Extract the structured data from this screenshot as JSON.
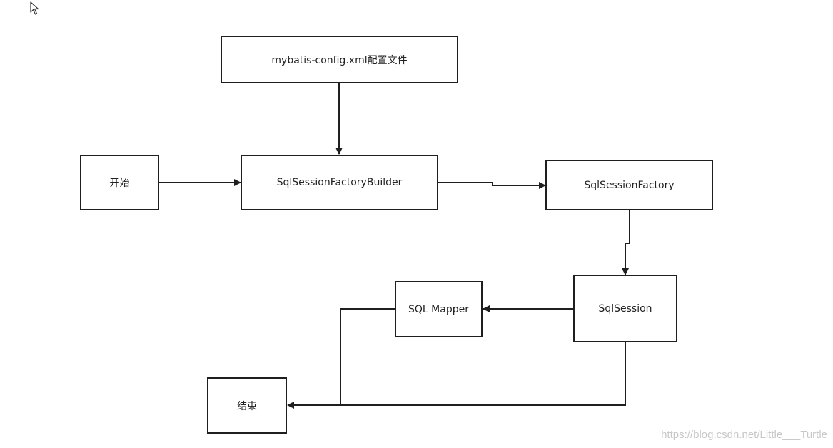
{
  "nodes": {
    "config": "mybatis-config.xml配置文件",
    "start": "开始",
    "builder": "SqlSessionFactoryBuilder",
    "factory": "SqlSessionFactory",
    "session": "SqlSession",
    "mapper": "SQL Mapper",
    "end": "结束"
  },
  "edges": [
    {
      "from": "config",
      "to": "builder"
    },
    {
      "from": "start",
      "to": "builder"
    },
    {
      "from": "builder",
      "to": "factory"
    },
    {
      "from": "factory",
      "to": "session"
    },
    {
      "from": "session",
      "to": "mapper"
    },
    {
      "from": "mapper",
      "to": "end"
    },
    {
      "from": "session",
      "to": "end"
    }
  ],
  "watermark": "https://blog.csdn.net/Little___Turtle",
  "colors": {
    "stroke": "#1f1f1f",
    "text": "#222222",
    "watermark": "#c8c8c8"
  },
  "icons": {
    "cursor": "mouse-pointer-icon"
  }
}
